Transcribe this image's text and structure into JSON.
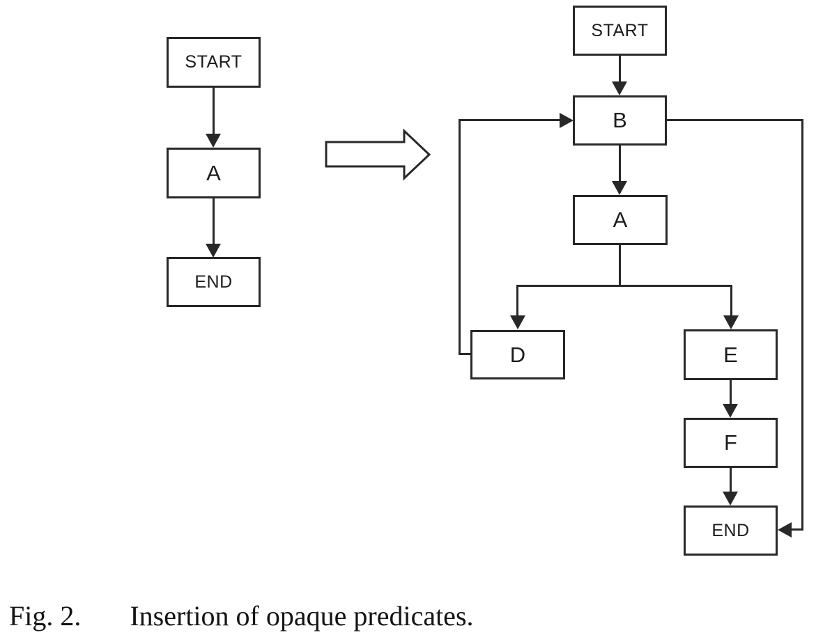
{
  "colors": {
    "background": "#ffffff",
    "line": "#282828",
    "text": "#1c1c1c"
  },
  "caption": {
    "prefix": "Fig. 2.",
    "text": "Insertion of opaque predicates."
  },
  "left_flowchart": {
    "nodes": [
      {
        "id": "start",
        "label": "START"
      },
      {
        "id": "A",
        "label": "A"
      },
      {
        "id": "end",
        "label": "END"
      }
    ],
    "edges": [
      {
        "from": "START",
        "to": "A"
      },
      {
        "from": "A",
        "to": "END"
      }
    ]
  },
  "transform_arrow": {
    "icon": "hollow-right-arrow"
  },
  "right_flowchart": {
    "nodes": [
      {
        "id": "start",
        "label": "START"
      },
      {
        "id": "B",
        "label": "B"
      },
      {
        "id": "A",
        "label": "A"
      },
      {
        "id": "D",
        "label": "D"
      },
      {
        "id": "E",
        "label": "E"
      },
      {
        "id": "F",
        "label": "F"
      },
      {
        "id": "end",
        "label": "END"
      }
    ],
    "edges": [
      {
        "from": "START",
        "to": "B"
      },
      {
        "from": "B",
        "to": "A"
      },
      {
        "from": "A",
        "to": "D"
      },
      {
        "from": "A",
        "to": "E"
      },
      {
        "from": "D",
        "to": "B"
      },
      {
        "from": "B",
        "to": "END"
      },
      {
        "from": "E",
        "to": "F"
      },
      {
        "from": "F",
        "to": "END"
      }
    ]
  }
}
